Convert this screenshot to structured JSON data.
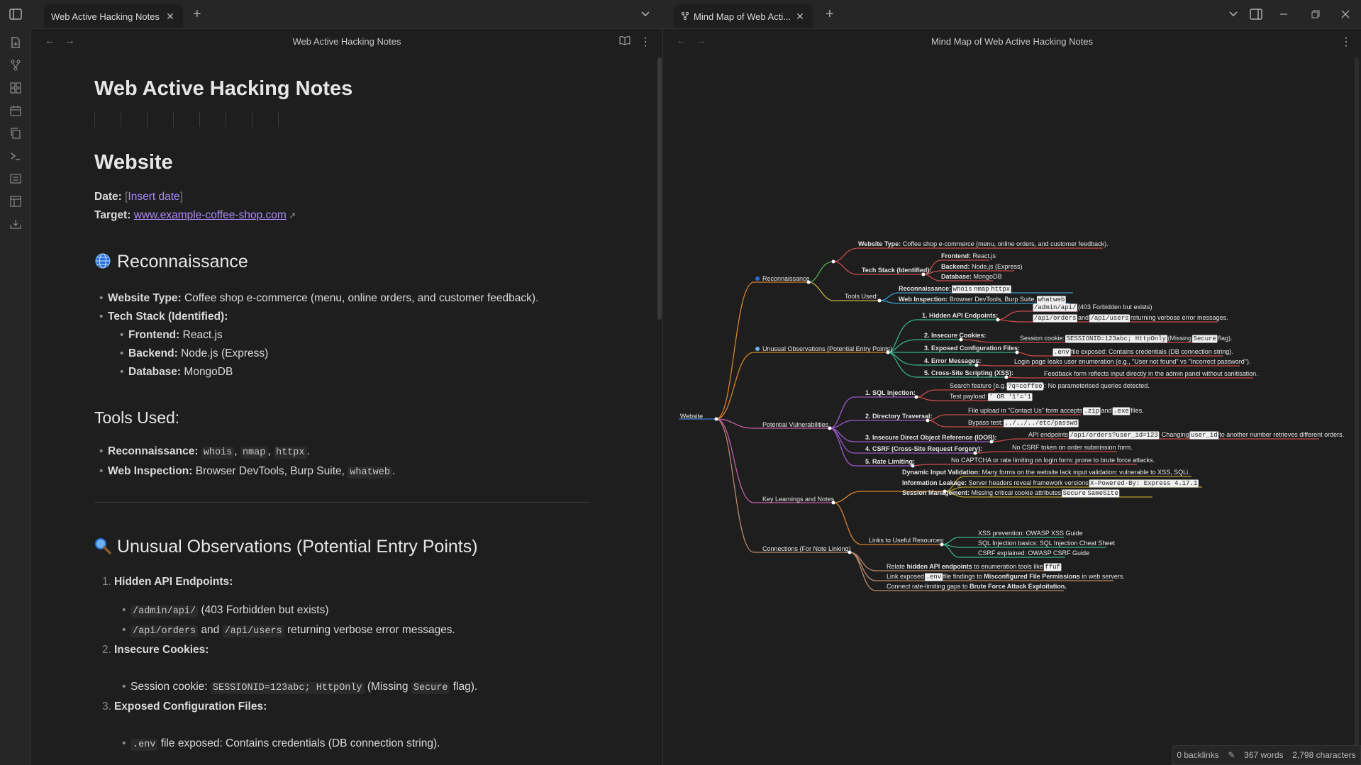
{
  "tabs": {
    "left": {
      "label": "Web Active Hacking Notes",
      "close": "✕"
    },
    "right": {
      "label": "Mind Map of Web Acti...",
      "close": "✕"
    }
  },
  "left_view": {
    "header_title": "Web Active Hacking Notes",
    "note": {
      "title": "Web Active Hacking Notes",
      "h_website": "Website",
      "date_label": "Date:",
      "date_value": "Insert date",
      "target_label": "Target:",
      "target_value": "www.example-coffee-shop.com",
      "h_recon": "Reconnaissance",
      "recon": {
        "website_type_label": "Website Type:",
        "website_type_value": "Coffee shop e-commerce (menu, online orders, and customer feedback).",
        "tech_stack_label": "Tech Stack (Identified):",
        "frontend_label": "Frontend:",
        "frontend_value": "React.js",
        "backend_label": "Backend:",
        "backend_value": "Node.js (Express)",
        "database_label": "Database:",
        "database_value": "MongoDB"
      },
      "h_tools": "Tools Used:",
      "tools": {
        "recon_label": "Reconnaissance:",
        "recon_tools": [
          "whois",
          "nmap",
          "httpx"
        ],
        "web_label": "Web Inspection:",
        "web_value": "Browser DevTools, Burp Suite,",
        "web_tool": "whatweb"
      },
      "h_unusual": "Unusual Observations (Potential Entry Points)",
      "unusual": {
        "item1": "Hidden API Endpoints:",
        "item1_a_code": "/admin/api/",
        "item1_a_text": "(403 Forbidden but exists)",
        "item1_b_code1": "/api/orders",
        "item1_b_and": "and",
        "item1_b_code2": "/api/users",
        "item1_b_text": "returning verbose error messages.",
        "item2": "Insecure Cookies:",
        "item2_a_text": "Session cookie:",
        "item2_a_code": "SESSIONID=123abc; HttpOnly",
        "item2_a_missing": "(Missing",
        "item2_a_code2": "Secure",
        "item2_a_end": "flag).",
        "item3": "Exposed Configuration Files:",
        "item3_a_code": ".env",
        "item3_a_text": "file exposed: Contains credentials (DB connection string)."
      }
    }
  },
  "right_view": {
    "header_title": "Mind Map of Web Active Hacking Notes"
  },
  "status": {
    "backlinks": "0 backlinks",
    "words": "367 words",
    "chars": "2,798 characters"
  },
  "mindmap": {
    "root": "Website",
    "n_recon": "Reconnaissance",
    "website_type": "Website Type:",
    "website_type_v": "Coffee shop e-commerce (menu, online orders, and customer feedback).",
    "tech_stack": "Tech Stack (Identified):",
    "frontend": "Frontend:",
    "frontend_v": "React.js",
    "backend": "Backend:",
    "backend_v": "Node.js (Express)",
    "database": "Database:",
    "database_v": "MongoDB",
    "tools_used": "Tools Used:",
    "t_recon": "Reconnaissance:",
    "t_recon_v": [
      "whois",
      "nmap",
      "httpx"
    ],
    "t_web": "Web Inspection:",
    "t_web_v": "Browser DevTools, Burp Suite,",
    "t_web_tool": "whatweb",
    "n_unusual": "Unusual Observations (Potential Entry Points)",
    "u1": "1. Hidden API Endpoints:",
    "u1a_code": "/admin/api/",
    "u1a": "(403 Forbidden but exists)",
    "u1b_code1": "/api/orders",
    "u1b_and": "and",
    "u1b_code2": "/api/users",
    "u1b": "returning verbose error messages.",
    "u2": "2. Insecure Cookies:",
    "u2a": "Session cookie:",
    "u2a_code": "SESSIONID=123abc; HttpOnly",
    "u2a_m": "(Missing",
    "u2a_code2": "Secure",
    "u2a_e": "flag).",
    "u3": "3. Exposed Configuration Files:",
    "u3a_code": ".env",
    "u3a": "file exposed: Contains credentials (DB connection string).",
    "u4": "4. Error Messages:",
    "u4a": "Login page leaks user enumeration (e.g., \"User not found\" vs \"Incorrect password\").",
    "u5": "5. Cross-Site Scripting (XSS):",
    "u5a": "Feedback form reflects input directly in the admin panel without sanitisation.",
    "n_vuln": "Potential Vulnerabilities",
    "v1": "1. SQL Injection:",
    "v1a": "Search feature (e.g.",
    "v1a_code": "?q=coffee",
    "v1a_e": "): No parameterised queries detected.",
    "v1b": "Test payload:",
    "v1b_code": "' OR '1'='1",
    "v2": "2. Directory Traversal:",
    "v2a": "File upload in \"Contact Us\" form accepts",
    "v2a_code1": ".zip",
    "v2a_and": "and",
    "v2a_code2": ".exe",
    "v2a_e": "files.",
    "v2b": "Bypass test:",
    "v2b_code": "../../../etc/passwd",
    "v3": "3. Insecure Direct Object Reference (IDOR):",
    "v3a": "API endpoints",
    "v3a_code": "/api/orders?user_id=123",
    "v3a_m": ": Changing",
    "v3a_code2": "user_id",
    "v3a_e": "to another number retrieves different orders.",
    "v4": "4. CSRF (Cross-Site Request Forgery):",
    "v4a": "No CSRF token on order submission form.",
    "v5": "5. Rate Limiting:",
    "v5a": "No CAPTCHA or rate limiting on login form: prone to brute force attacks.",
    "n_learn": "Key Learnings and Notes",
    "k1": "Dynamic Input Validation:",
    "k1v": "Many forms on the website lack input validation: vulnerable to XSS, SQLi.",
    "k2": "Information Leakage:",
    "k2v": "Server headers reveal framework versions",
    "k2_code": "X-Powered-By: Express 4.17.1",
    "k3": "Session Management:",
    "k3v": "Missing critical cookie attributes",
    "k3_code1": "Secure",
    "k3_code2": "SameSite",
    "k4": "Links to Useful Resources:",
    "k4a": "XSS prevention: OWASP XSS Guide",
    "k4b": "SQL Injection basics: SQL Injection Cheat Sheet",
    "k4c": "CSRF explained: OWASP CSRF Guide",
    "n_conn": "Connections (For Note Linking)",
    "c1": "Relate",
    "c1b": "hidden API endpoints",
    "c1m": "to enumeration tools like",
    "c1_code": "ffuf",
    "c2": "Link exposed",
    "c2_code": ".env",
    "c2m": "file findings to",
    "c2b": "Misconfigured File Permissions",
    "c2e": "in web servers.",
    "c3": "Connect rate-limiting gaps to",
    "c3b": "Brute Force Attack Exploitation."
  }
}
